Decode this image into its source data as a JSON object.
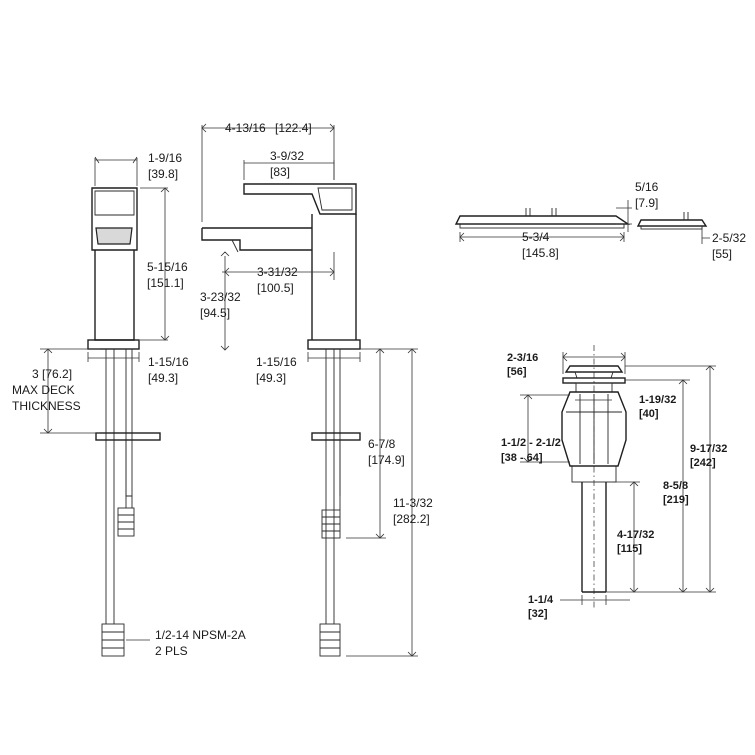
{
  "dimensions": {
    "front_width": {
      "frac": "1-9/16",
      "mm": "[39.8]"
    },
    "front_height": {
      "frac": "5-15/16",
      "mm": "[151.1]"
    },
    "front_base": {
      "frac": "1-15/16",
      "mm": "[49.3]"
    },
    "max_deck": {
      "line1": "3 [76.2]",
      "line2": "MAX DECK",
      "line3": "THICKNESS"
    },
    "connection": {
      "line1": "1/2-14 NPSM-2A",
      "line2": "2 PLS"
    },
    "side_reach": {
      "frac": "4-13/16",
      "mm": "[122.4]"
    },
    "handle_reach": {
      "frac": "3-9/32",
      "mm": "[83]"
    },
    "spout_reach": {
      "frac": "3-31/32",
      "mm": "[100.5]"
    },
    "spout_height": {
      "frac": "3-23/32",
      "mm": "[94.5]"
    },
    "side_base": {
      "frac": "1-15/16",
      "mm": "[49.3]"
    },
    "shank_length": {
      "frac": "6-7/8",
      "mm": "[174.9]"
    },
    "total_supply": {
      "frac": "11-3/32",
      "mm": "[282.2]"
    },
    "plate_height": {
      "frac": "5/16",
      "mm": "[7.9]"
    },
    "plate_length": {
      "frac": "5-3/4",
      "mm": "[145.8]"
    },
    "plate_depth": {
      "frac": "2-5/32",
      "mm": "[55]"
    },
    "drain_cap": {
      "frac": "2-3/16",
      "mm": "[56]"
    },
    "drain_body": {
      "frac": "1-19/32",
      "mm": "[40]"
    },
    "drain_deck": {
      "frac": "1-1/2  -  2-1/2",
      "mm": "[38  -  64]"
    },
    "drain_total": {
      "frac": "9-17/32",
      "mm": "[242]"
    },
    "drain_mid": {
      "frac": "8-5/8",
      "mm": "[219]"
    },
    "drain_tail": {
      "frac": "4-17/32",
      "mm": "[115]"
    },
    "drain_tail_dia": {
      "frac": "1-1/4",
      "mm": "[32]"
    }
  }
}
